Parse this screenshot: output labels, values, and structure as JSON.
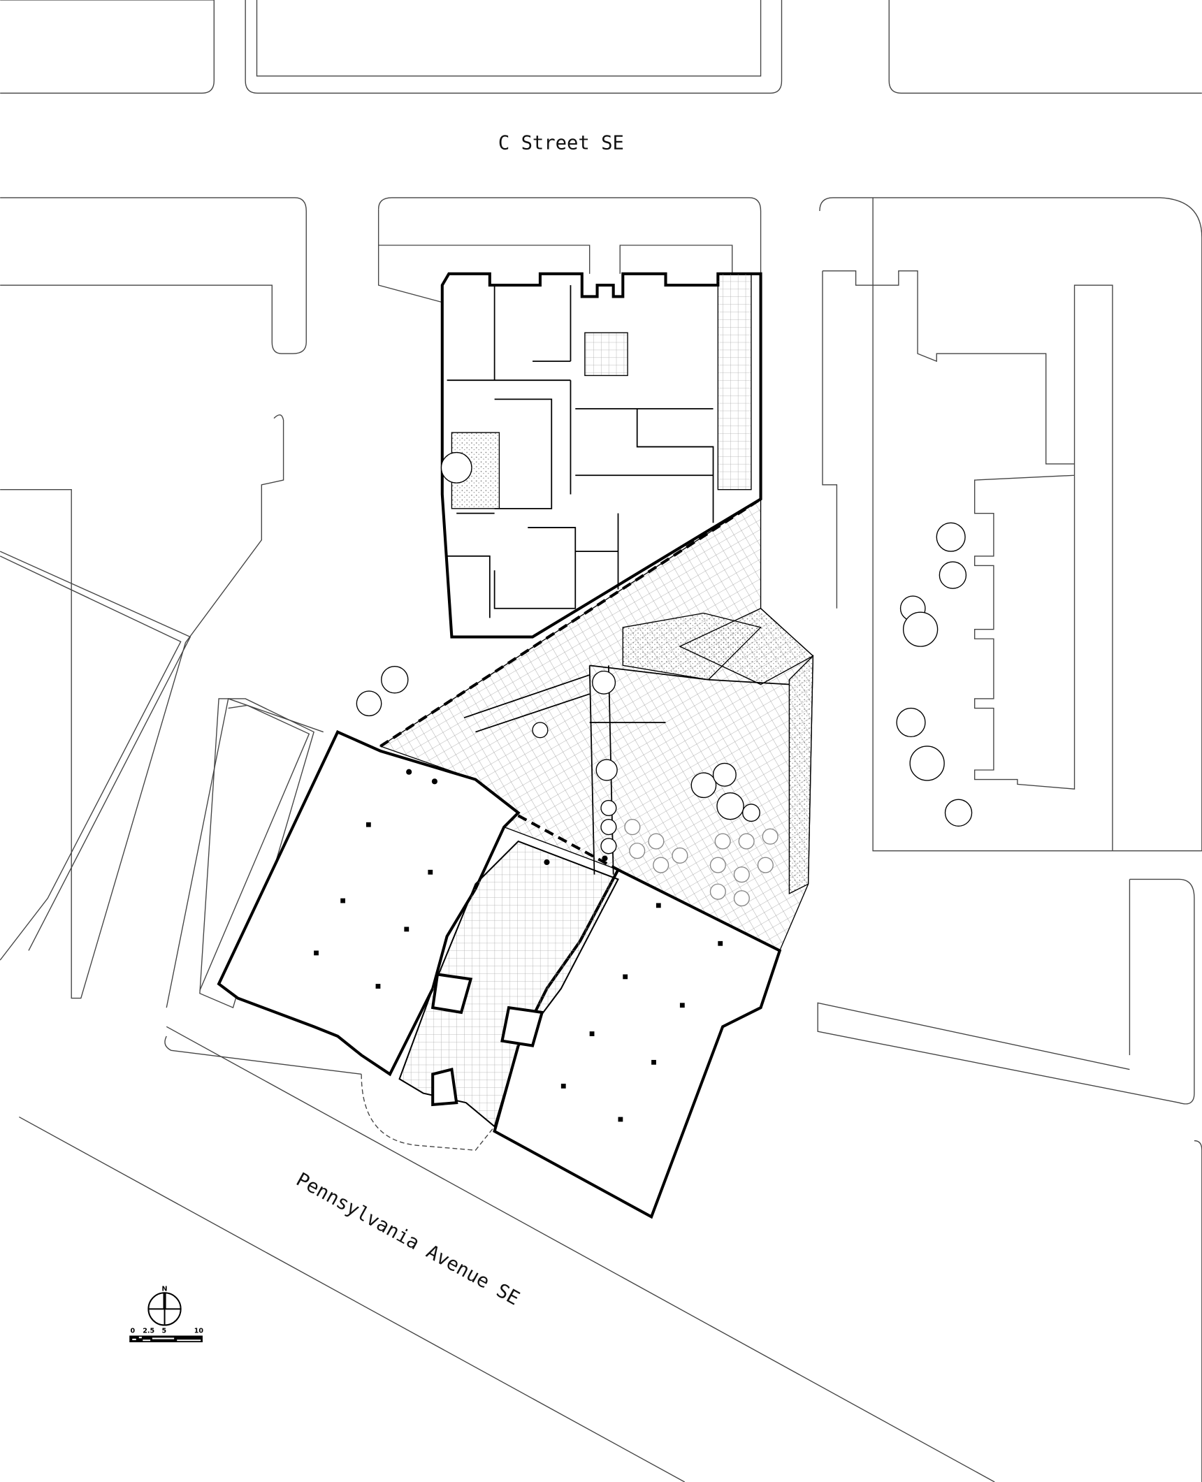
{
  "streets": {
    "north": "C Street SE",
    "south": "Pennsylvania Avenue SE"
  },
  "north_arrow": {
    "label": "N"
  },
  "scale_bar": {
    "ticks": [
      "0",
      "2.5",
      "5",
      "10"
    ]
  },
  "colors": {
    "line": "#000000",
    "context": "#444444",
    "paving": "#9a9a9a"
  }
}
